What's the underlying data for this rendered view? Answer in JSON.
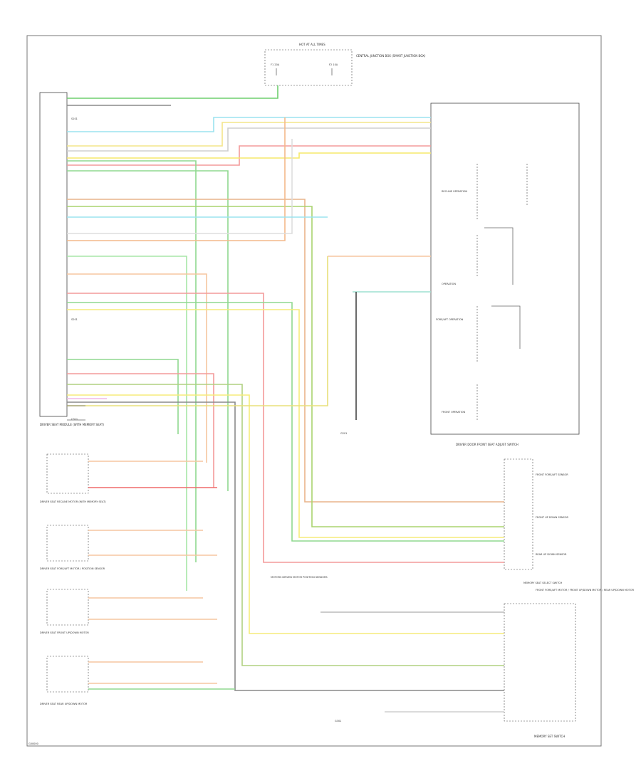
{
  "diagram": {
    "footer_code": "G00000",
    "top_fuse": {
      "title": "HOT AT ALL TIMES",
      "label": "CENTRAL JUNCTION BOX (SMART JUNCTION BOX)",
      "f1": "F1 20A",
      "f2": "F2 10A"
    },
    "main_module": {
      "label": "DRIVER SEAT MODULE (WITH MEMORY SEAT)",
      "top_splice": "S101",
      "bottom_splice": "S201",
      "bottom_label": "C311"
    },
    "right_switch": {
      "label": "DRIVER DOOR FRONT SEAT ADJUST SWITCH",
      "sections": [
        "RECLINE OPERATION",
        "OPERATION",
        "FORE/AFT OPERATION",
        "FRONT OPERATION"
      ]
    },
    "mirror_switch": {
      "label": "FRONT FORE/AFT MOTOR / FRONT UP/DOWN MOTOR / REAR UP/DOWN MOTOR",
      "items": [
        "FRONT FORE/AFT SENSOR",
        "FRONT UP DOWN SENSOR",
        "REAR UP DOWN SENSOR"
      ]
    },
    "memory_switch": {
      "label": "MEMORY SET SWITCH",
      "note": "MEMORY SEAT SELECT SWITCH"
    },
    "left_motors": [
      {
        "label": "DRIVER SEAT RECLINE MOTOR (WITH MEMORY SEAT)"
      },
      {
        "label": "DRIVER SEAT FORE/AFT MOTOR / POSITION SENSOR"
      },
      {
        "label": "DRIVER SEAT FRONT UP/DOWN MOTOR"
      },
      {
        "label": "DRIVER SEAT REAR UP/DOWN MOTOR"
      }
    ],
    "callout": "MOTORS DRIVEN MOTOR POSITION SENSORS",
    "ground_label": "G201",
    "bottom_left_label": "G301"
  }
}
